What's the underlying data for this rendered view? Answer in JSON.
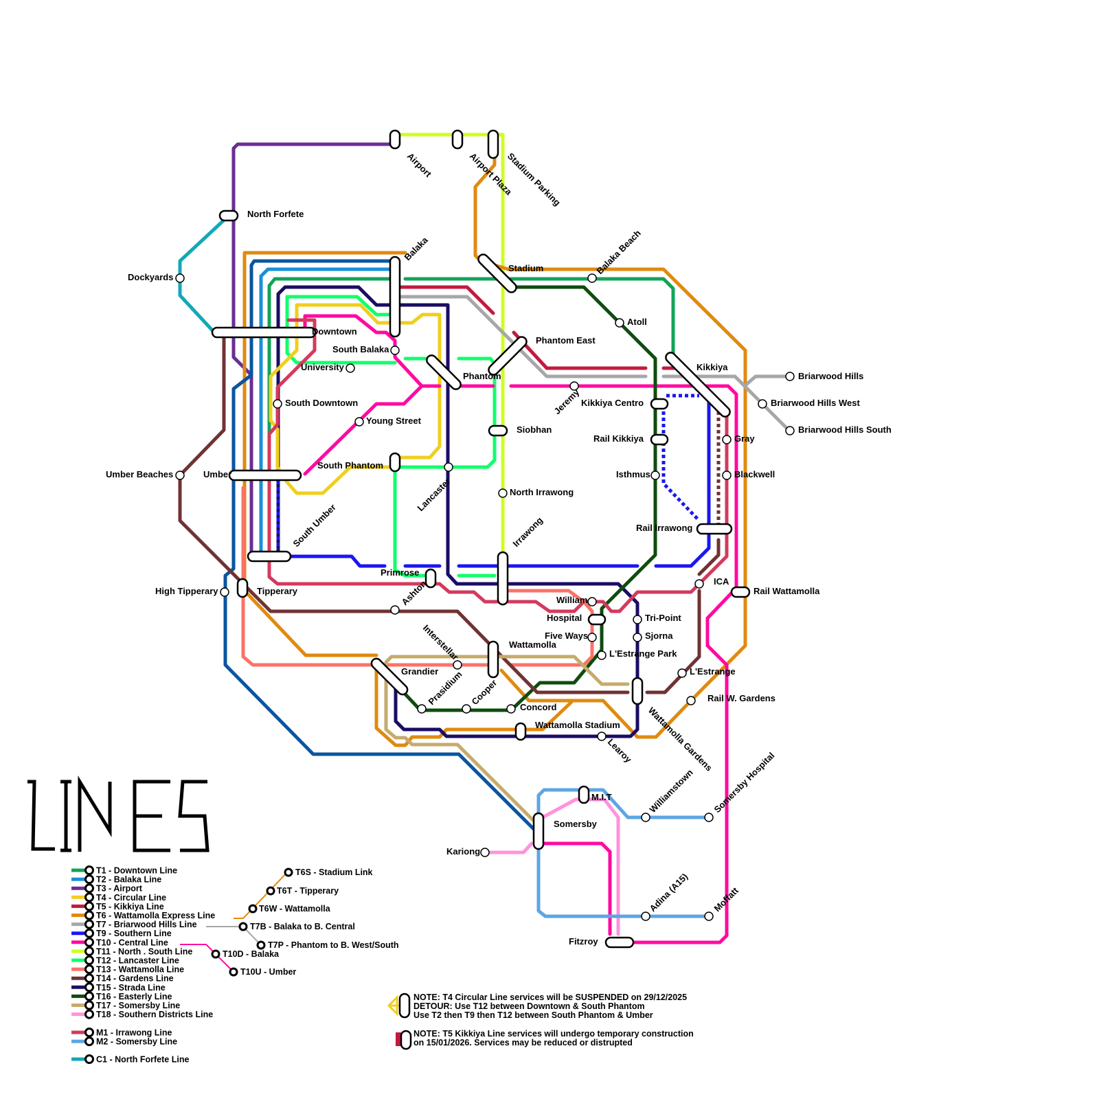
{
  "title": "LINES",
  "colors": {
    "T1": "#13a35a",
    "T2": "#1a8fd8",
    "T3": "#6a2f91",
    "T4": "#efcf1f",
    "T5": "#c21a3f",
    "T6": "#e08a10",
    "T7": "#a7a7a7",
    "T9": "#1b16f2",
    "T10": "#ff0aa0",
    "T11": "#cfff1f",
    "T12": "#11ff6b",
    "T13": "#fc7268",
    "T14": "#703233",
    "T15": "#1b0d64",
    "T16": "#0e4d0d",
    "T17": "#c7aa6c",
    "T18": "#ff92dd",
    "M1": "#d33a5d",
    "M2": "#5ca6e4",
    "C1": "#13a8b7",
    "BLUE": "#0a55a0"
  },
  "stations": {
    "airport": "Airport",
    "airport_plaza": "Airport Plaza",
    "stadium_parking": "Stadium Parking",
    "north_forfete": "North Forfete",
    "dockyards": "Dockyards",
    "balaka": "Balaka",
    "stadium": "Stadium",
    "balaka_beach": "Balaka Beach",
    "atoll": "Atoll",
    "downtown": "Downtown",
    "south_balaka": "South Balaka",
    "phantom_east": "Phantom East",
    "kikkiya": "Kikkiya",
    "university": "University",
    "phantom": "Phantom",
    "briarwood_hills": "Briarwood Hills",
    "south_downtown": "South Downtown",
    "jeremy": "Jeremy",
    "kikkiya_centro": "Kikkiya Centro",
    "briarwood_hills_west": "Briarwood Hills West",
    "young_street": "Young Street",
    "siobhan": "Siobhan",
    "rail_kikkiya": "Rail Kikkiya",
    "gray": "Gray",
    "briarwood_hills_south": "Briarwood Hills South",
    "umber_beaches": "Umber Beaches",
    "umber": "Umber",
    "south_phantom": "South Phantom",
    "lancaster": "Lancaster",
    "isthmus": "Isthmus",
    "blackwell": "Blackwell",
    "north_irrawong": "North Irrawong",
    "south_umber": "South Umber",
    "irrawong": "Irrawong",
    "rail_irrawong": "Rail Irrawong",
    "primrose": "Primrose",
    "ica": "ICA",
    "high_tipperary": "High Tipperary",
    "tipperary": "Tipperary",
    "ashton": "Ashton",
    "william": "William",
    "rail_wattamolla": "Rail Wattamolla",
    "hospital": "Hospital",
    "tri_point": "Tri-Point",
    "five_ways": "Five Ways",
    "sjorna": "Sjorna",
    "interstellar": "Interstellar",
    "wattamolla": "Wattamolla",
    "lestrange_park": "L'Estrange Park",
    "grandier": "Grandier",
    "lestrange": "L'Estrange",
    "prasidium": "Prasidium",
    "cooper": "Cooper",
    "concord": "Concord",
    "rail_w_gardens": "Rail W. Gardens",
    "wattamolla_stadium": "Wattamolla Stadium",
    "learoy": "Learoy",
    "wattamolla_gardens": "Wattamolla Gardens",
    "mit": "M.I.T",
    "williamstown": "Williamstown",
    "somersby_hospital": "Somersby Hospital",
    "somersby": "Somersby",
    "kariong": "Kariong",
    "adina": "Adina (A15)",
    "moffatt": "Moffatt",
    "fitzroy": "Fitzroy"
  },
  "legend": [
    {
      "label": "T1 - Downtown Line",
      "color": "#13a35a"
    },
    {
      "label": "T2 - Balaka Line",
      "color": "#1a8fd8"
    },
    {
      "label": "T3 - Airport",
      "color": "#6a2f91"
    },
    {
      "label": "T4 - Circular Line",
      "color": "#efcf1f"
    },
    {
      "label": "T5 - Kikkiya Line",
      "color": "#c21a3f"
    },
    {
      "label": "T6 - Wattamolla Express Line",
      "color": "#e08a10"
    },
    {
      "label": "T7 - Briarwood Hills Line",
      "color": "#a7a7a7"
    },
    {
      "label": "T9 - Southern Line",
      "color": "#1b16f2"
    },
    {
      "label": "T10 - Central Line",
      "color": "#ff0aa0"
    },
    {
      "label": "T11 - North . South Line",
      "color": "#cfff1f"
    },
    {
      "label": "T12 - Lancaster Line",
      "color": "#11ff6b"
    },
    {
      "label": "T13 - Wattamolla Line",
      "color": "#fc7268"
    },
    {
      "label": "T14 - Gardens Line",
      "color": "#703233"
    },
    {
      "label": "T15 - Strada Line",
      "color": "#1b0d64"
    },
    {
      "label": "T16 - Easterly Line",
      "color": "#0e4d0d"
    },
    {
      "label": "T17 - Somersby Line",
      "color": "#c7aa6c"
    },
    {
      "label": "T18 - Southern Districts Line",
      "color": "#ff92dd"
    }
  ],
  "legend_metro": [
    {
      "label": "M1 - Irrawong Line",
      "color": "#d33a5d"
    },
    {
      "label": "M2 - Somersby Line",
      "color": "#5ca6e4"
    }
  ],
  "legend_other": [
    {
      "label": "C1 - North Forfete Line",
      "color": "#13a8b7"
    }
  ],
  "branches": {
    "t6s": "T6S - Stadium Link",
    "t6t": "T6T - Tipperary",
    "t6w": "T6W - Wattamolla",
    "t7b": "T7B - Balaka to B. Central",
    "t7p": "T7P - Phantom to B. West/South",
    "t10d": "T10D - Balaka",
    "t10u": "T10U - Umber"
  },
  "notes": {
    "n1_l1": "NOTE: T4 Circular Line services will be SUSPENDED on 29/12/2025",
    "n1_l2": "DETOUR: Use T12 between Downtown & South Phantom",
    "n1_l3": "Use T2 then T9 then T12 between South Phantom & Umber",
    "n2_l1": "NOTE: T5 Kikkiya Line services will undergo temporary construction",
    "n2_l2": "on 15/01/2026. Services may be reduced or distrupted"
  }
}
